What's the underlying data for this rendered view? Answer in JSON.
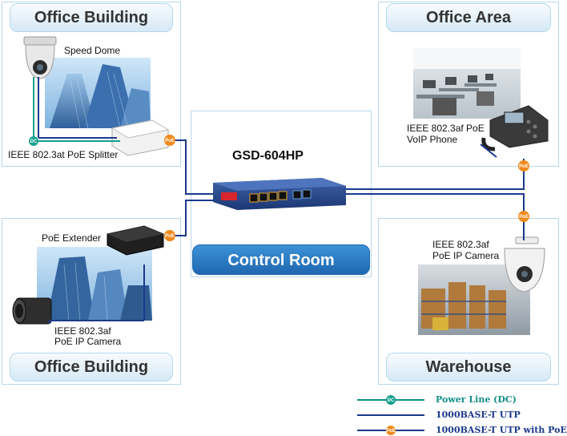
{
  "panels": {
    "office_building_top": {
      "title": "Office Building"
    },
    "office_area": {
      "title": "Office Area"
    },
    "office_building_bottom": {
      "title": "Office Building"
    },
    "warehouse": {
      "title": "Warehouse"
    },
    "control_room": {
      "title": "Control Room"
    }
  },
  "switch": {
    "model": "GSD-604HP"
  },
  "devices": {
    "speed_dome": "Speed Dome",
    "poe_splitter": "IEEE 802.3at PoE Splitter",
    "voip_phone_line1": "IEEE 802.3af PoE",
    "voip_phone_line2": "VoIP Phone",
    "poe_extender": "PoE Extender",
    "camera_left_line1": "IEEE 802.3af",
    "camera_left_line2": "PoE IP Camera",
    "camera_right_line1": "IEEE 802.3af",
    "camera_right_line2": "PoE IP Camera"
  },
  "badges": {
    "dc": "DC",
    "poe": "PoE"
  },
  "legend": [
    {
      "label": "Power Line (DC)",
      "color": "#0f8f86"
    },
    {
      "label": "1000BASE-T UTP",
      "color": "#1b3a8c"
    },
    {
      "label": "1000BASE-T UTP with PoE",
      "color": "#1b3a8c"
    }
  ],
  "colors": {
    "poe_badge": "#f08a1c",
    "dc_line": "#14a08f",
    "utp_line": "#1b3a8c",
    "panel_border": "#b6d8ee",
    "control_blue": "#2a7fc6"
  }
}
